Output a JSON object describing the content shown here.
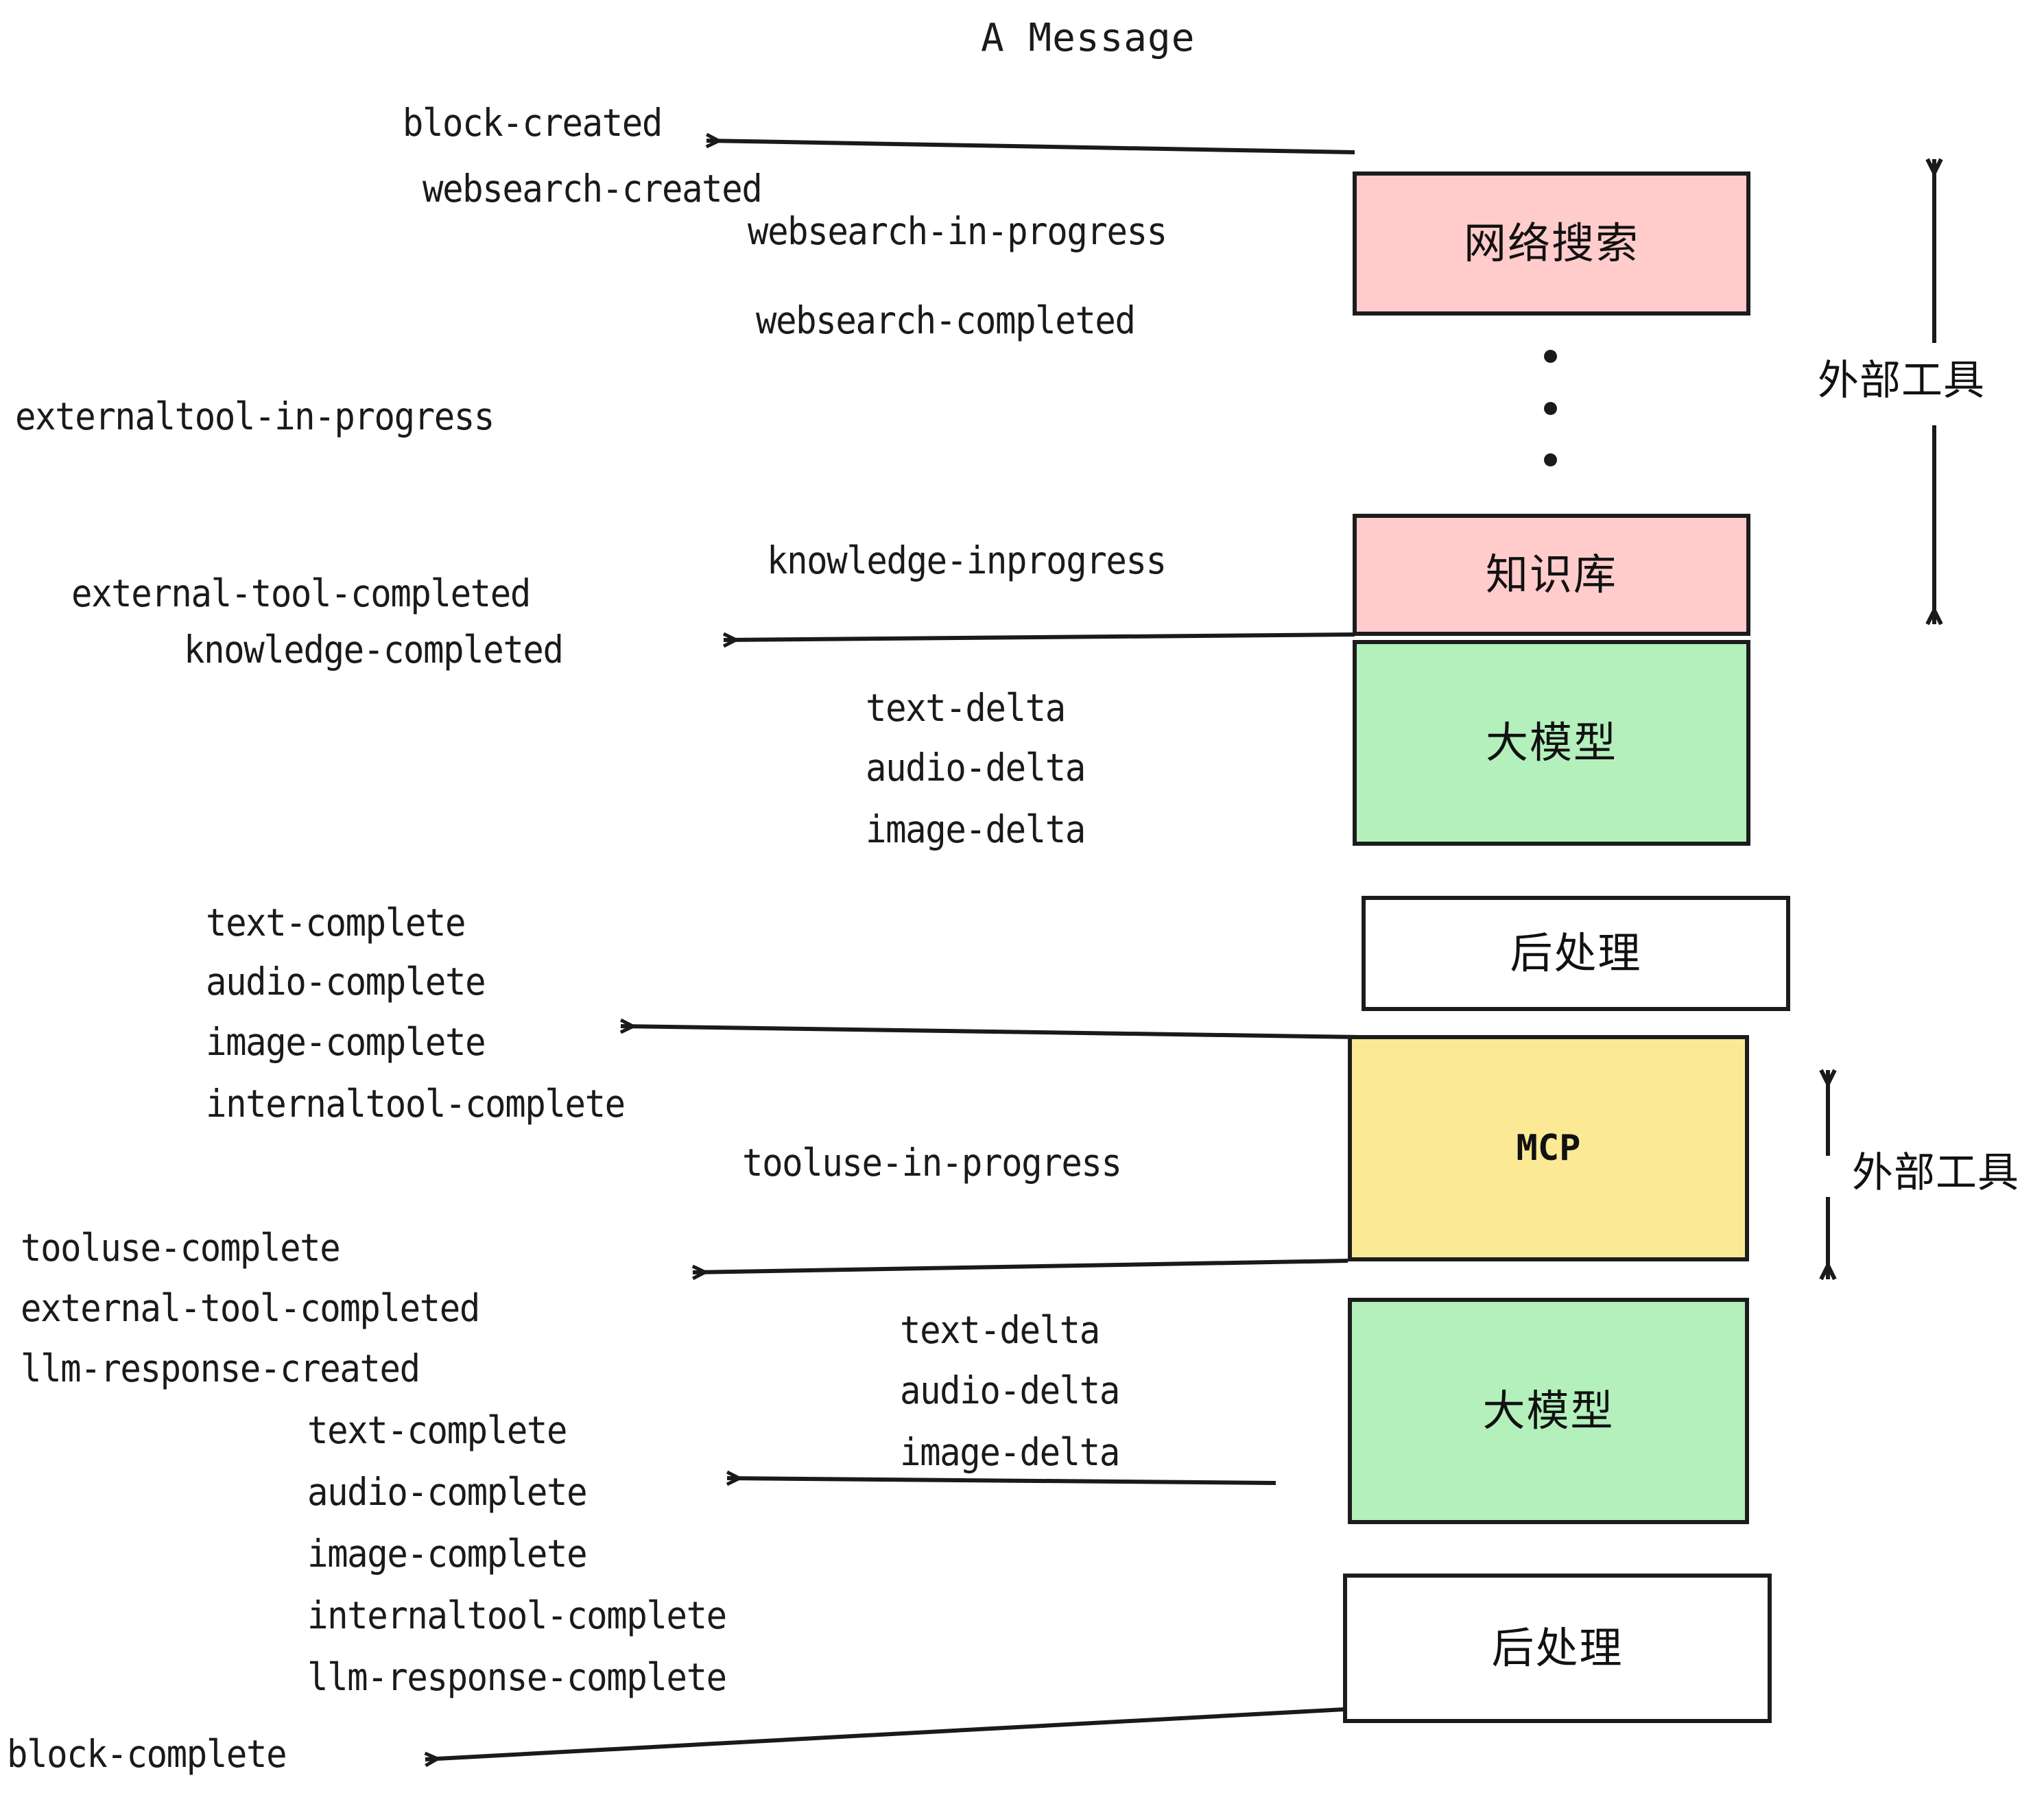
{
  "diagram": {
    "title": "A Message",
    "colors": {
      "pink": "#FFCCCB",
      "green": "#B3F0BC",
      "yellow": "#FCE996",
      "white": "#FFFFFF",
      "stroke": "#1C1C1C",
      "text": "#1A1A1A"
    },
    "boxes": [
      {
        "id": "websearch",
        "label": "网络搜索",
        "fill": "pink"
      },
      {
        "id": "knowledge",
        "label": "知识库",
        "fill": "pink"
      },
      {
        "id": "llm-1",
        "label": "大模型",
        "fill": "green"
      },
      {
        "id": "postprocess-1",
        "label": "后处理",
        "fill": "white"
      },
      {
        "id": "mcp",
        "label": "MCP",
        "fill": "yellow"
      },
      {
        "id": "llm-2",
        "label": "大模型",
        "fill": "green"
      },
      {
        "id": "postprocess-2",
        "label": "后处理",
        "fill": "white"
      }
    ],
    "side_labels": [
      {
        "id": "external-tool-top",
        "label": "外部工具"
      },
      {
        "id": "external-tool-bottom",
        "label": "外部工具"
      }
    ],
    "events": [
      {
        "id": "block-created",
        "text": "block-created"
      },
      {
        "id": "websearch-created",
        "text": "websearch-created"
      },
      {
        "id": "websearch-in-progress",
        "text": "websearch-in-progress"
      },
      {
        "id": "websearch-completed",
        "text": "websearch-completed"
      },
      {
        "id": "externaltool-in-progress",
        "text": "externaltool-in-progress"
      },
      {
        "id": "knowledge-inprogress",
        "text": "knowledge-inprogress"
      },
      {
        "id": "external-tool-completed-1",
        "text": "external-tool-completed"
      },
      {
        "id": "knowledge-completed",
        "text": "knowledge-completed"
      },
      {
        "id": "text-delta-1",
        "text": "text-delta"
      },
      {
        "id": "audio-delta-1",
        "text": "audio-delta"
      },
      {
        "id": "image-delta-1",
        "text": "image-delta"
      },
      {
        "id": "text-complete-1",
        "text": "text-complete"
      },
      {
        "id": "audio-complete-1",
        "text": "audio-complete"
      },
      {
        "id": "image-complete-1",
        "text": "image-complete"
      },
      {
        "id": "internaltool-complete-1",
        "text": "internaltool-complete"
      },
      {
        "id": "tooluse-in-progress",
        "text": "tooluse-in-progress"
      },
      {
        "id": "tooluse-complete",
        "text": "tooluse-complete"
      },
      {
        "id": "external-tool-completed-2",
        "text": "external-tool-completed"
      },
      {
        "id": "llm-response-created",
        "text": "llm-response-created"
      },
      {
        "id": "text-delta-2",
        "text": "text-delta"
      },
      {
        "id": "audio-delta-2",
        "text": "audio-delta"
      },
      {
        "id": "image-delta-2",
        "text": "image-delta"
      },
      {
        "id": "text-complete-2",
        "text": "text-complete"
      },
      {
        "id": "audio-complete-2",
        "text": "audio-complete"
      },
      {
        "id": "image-complete-2",
        "text": "image-complete"
      },
      {
        "id": "internaltool-complete-2",
        "text": "internaltool-complete"
      },
      {
        "id": "llm-response-complete",
        "text": "llm-response-complete"
      },
      {
        "id": "block-complete",
        "text": "block-complete"
      }
    ],
    "ellipsis": "⋮"
  }
}
